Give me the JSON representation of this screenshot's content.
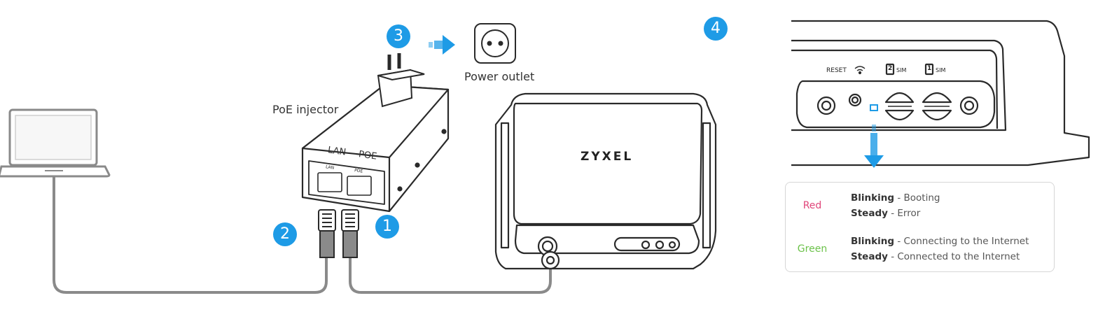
{
  "labels": {
    "power_outlet": "Power outlet",
    "poe_injector": "PoE injector",
    "lan": "LAN",
    "poe": "POE",
    "lan_small": "LAN",
    "poe_small": "POE",
    "brand": "ZYXEL",
    "reset": "RESET",
    "sim2": "SIM",
    "sim1": "SIM",
    "sim2_num": "2",
    "sim1_num": "1"
  },
  "steps": [
    "1",
    "2",
    "3",
    "4"
  ],
  "legend": {
    "rows": [
      {
        "color_name": "Red",
        "color_hex": "#e0457a",
        "lines": [
          {
            "state": "Blinking",
            "sep": " - ",
            "desc": "Booting"
          },
          {
            "state": "Steady",
            "sep": " - ",
            "desc": "Error"
          }
        ]
      },
      {
        "color_name": "Green",
        "color_hex": "#6cc24a",
        "lines": [
          {
            "state": "Blinking",
            "sep": " - ",
            "desc": "Connecting to the Internet"
          },
          {
            "state": "Steady",
            "sep": " - ",
            "desc": "Connected to the Internet"
          }
        ]
      }
    ]
  },
  "colors": {
    "accent": "#1e9be6",
    "cable": "#8a8a8a",
    "outline": "#2a2a2a"
  },
  "icons": [
    "laptop-icon",
    "poe-injector-icon",
    "power-plug-icon",
    "power-outlet-icon",
    "arrow-right-icon",
    "router-icon",
    "ethernet-connector-icon",
    "led-indicator-icon",
    "arrow-down-icon",
    "wifi-icon"
  ]
}
